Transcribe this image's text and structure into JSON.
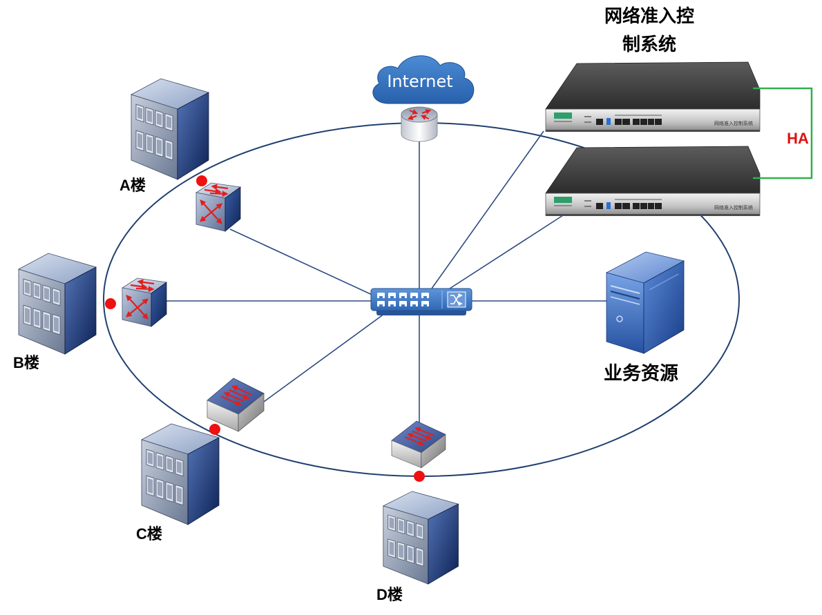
{
  "title": {
    "line1": "网络准入控",
    "line2": "制系统"
  },
  "ha": {
    "label": "HA"
  },
  "internet": {
    "label": "Internet"
  },
  "appliance": {
    "panel_label": "网络准入控制系统"
  },
  "buildings": {
    "a": "A楼",
    "b": "B楼",
    "c": "C楼",
    "d": "D楼"
  },
  "resource": {
    "label": "业务资源"
  },
  "icons": {
    "cloud": "internet-cloud-icon",
    "router": "router-icon",
    "core_switch": "core-switch-icon",
    "access_switch": "access-switch-icon",
    "building": "building-icon",
    "server": "server-icon",
    "appliance": "access-control-appliance-icon"
  },
  "colors": {
    "ring": "#1f3f6e",
    "link": "#2b4a80",
    "ha_link": "#2fb04a",
    "ha_text": "#e01010",
    "access_point": "#ee1111",
    "cloud": "#2e6cb8"
  }
}
